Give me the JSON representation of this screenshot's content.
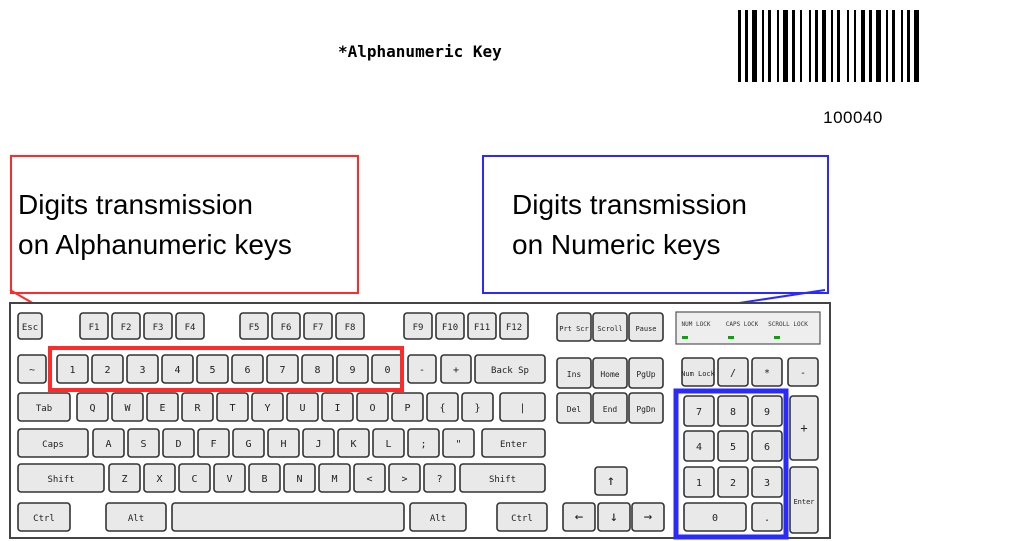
{
  "heading": {
    "title": "*Alphanumeric Key"
  },
  "barcode": {
    "number": "100040"
  },
  "callouts": {
    "left": {
      "line1": "Digits transmission",
      "line2": "on Alphanumeric keys",
      "color": "#ff2a2a"
    },
    "right": {
      "line1": "Digits transmission",
      "line2": "on Numeric keys",
      "color": "#2a2aff"
    }
  },
  "keyboard": {
    "function_keys": [
      "Esc",
      "F1",
      "F2",
      "F3",
      "F4",
      "F5",
      "F6",
      "F7",
      "F8",
      "F9",
      "F10",
      "F11",
      "F12"
    ],
    "number_row": [
      "~",
      "1",
      "2",
      "3",
      "4",
      "5",
      "6",
      "7",
      "8",
      "9",
      "0",
      "-",
      "+",
      "Back Sp"
    ],
    "qwerty_row": [
      "Tab",
      "Q",
      "W",
      "E",
      "R",
      "T",
      "Y",
      "U",
      "I",
      "O",
      "P",
      "{",
      "}",
      "|"
    ],
    "home_row": [
      "Caps",
      "A",
      "S",
      "D",
      "F",
      "G",
      "H",
      "J",
      "K",
      "L",
      ";",
      "\"",
      "Enter"
    ],
    "shift_row": [
      "Shift",
      "Z",
      "X",
      "C",
      "V",
      "B",
      "N",
      "M",
      "<",
      ">",
      "?",
      "Shift"
    ],
    "bottom_row": [
      "Ctrl",
      "Alt",
      "",
      "Alt",
      "Ctrl"
    ],
    "nav_top": [
      "Prt Scr",
      "Scroll",
      "Pause"
    ],
    "nav_mid": [
      "Ins",
      "Home",
      "PgUp",
      "Del",
      "End",
      "PgDn"
    ],
    "arrows": [
      "↑",
      "←",
      "↓",
      "→"
    ],
    "indicators": [
      "NUM LOCK",
      "CAPS LOCK",
      "SCROLL LOCK"
    ],
    "numpad_top": [
      "Num Lock",
      "/",
      "*",
      "-"
    ],
    "numpad_digits": [
      "7",
      "8",
      "9",
      "4",
      "5",
      "6",
      "1",
      "2",
      "3",
      "0",
      "."
    ],
    "numpad_side": [
      "+",
      "Enter"
    ]
  },
  "colors": {
    "red": "#ff2a2a",
    "blue": "#2a2aff",
    "key_fill": "#e9e9e9",
    "key_border": "#333333"
  }
}
